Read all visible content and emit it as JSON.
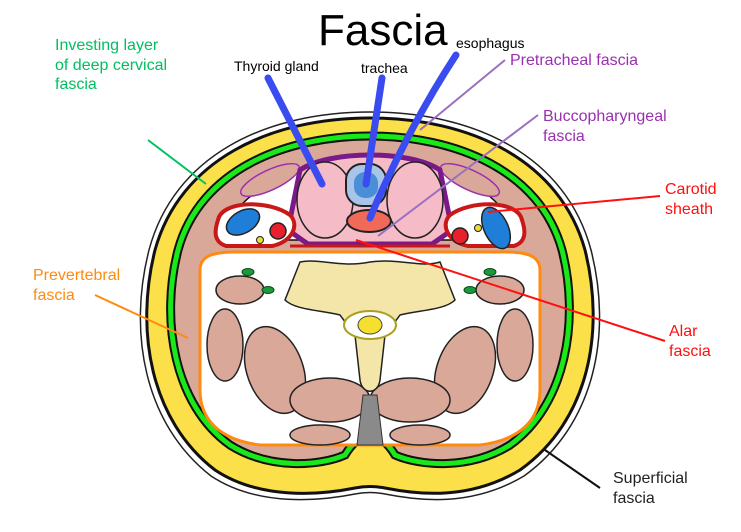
{
  "title": "Fascia",
  "colors": {
    "investing": "#00c060",
    "pretracheal": "#9a30b0",
    "carotid": "#ff1010",
    "prevertebral": "#ff8a10",
    "superficial": "#111111",
    "organ_pointer": "#3a4cf0",
    "skin_fat": "#fbe04a",
    "green_fascia": "#19e819",
    "muscle": "#d9a898",
    "bone": "#f3e6a8",
    "thyroid": "#f5bcc8",
    "trachea": "#5b9bd8",
    "esophagus": "#f06a5a",
    "vein": "#1f7fd8",
    "artery": "#e8202e",
    "nerve": "#ecd93a"
  },
  "labels": {
    "investing": "Investing layer\nof deep cervical\nfascia",
    "thyroid": "Thyroid gland",
    "trachea": "trachea",
    "esophagus": "esophagus",
    "pretracheal": "Pretracheal fascia",
    "buccopharyngeal": "Buccopharyngeal\nfascia",
    "carotid": "Carotid\nsheath",
    "prevertebral": "Prevertebral\nfascia",
    "alar": "Alar\nfascia",
    "superficial": "Superficial\nfascia"
  }
}
